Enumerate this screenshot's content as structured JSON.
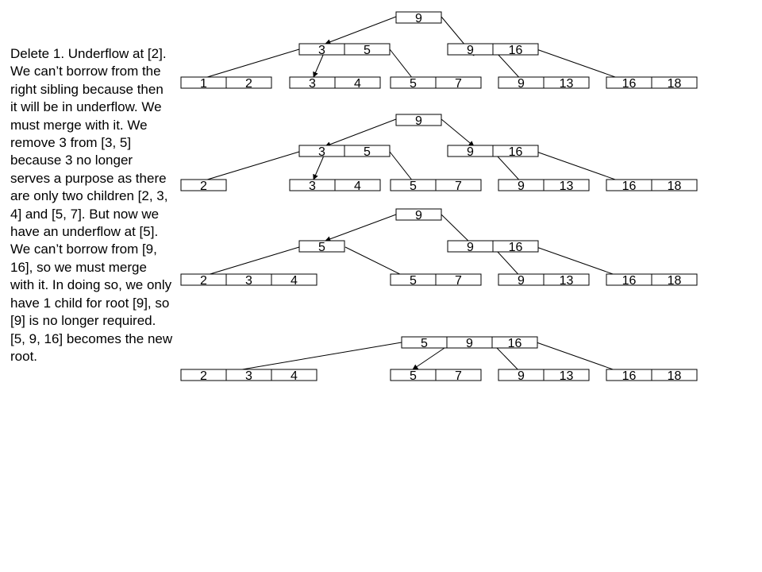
{
  "explanation": "Delete 1. Underflow at [2]. We can’t borrow from the right sibling because then it will be in underflow. We must merge with it. We remove 3 from [3, 5] because 3 no longer serves a purpose as there are only two children [2, 3, 4] and [5, 7]. But now we have an underflow at [5]. We can’t borrow from [9, 16], so we must merge with it. In doing so, we only have 1 child for root [9], so [9] is no longer required. [5, 9, 16] becomes the new root.",
  "stages": [
    {
      "nodes": [
        {
          "id": "s1-root",
          "keys": [
            "9"
          ]
        },
        {
          "id": "s1-i1",
          "keys": [
            "3",
            "5"
          ]
        },
        {
          "id": "s1-i2",
          "keys": [
            "9",
            "16"
          ]
        },
        {
          "id": "s1-l1",
          "keys": [
            "1",
            "2"
          ]
        },
        {
          "id": "s1-l2",
          "keys": [
            "3",
            "4"
          ]
        },
        {
          "id": "s1-l3",
          "keys": [
            "5",
            "7"
          ]
        },
        {
          "id": "s1-l4",
          "keys": [
            "9",
            "13"
          ]
        },
        {
          "id": "s1-l5",
          "keys": [
            "16",
            "18"
          ]
        }
      ]
    },
    {
      "nodes": [
        {
          "id": "s2-root",
          "keys": [
            "9"
          ]
        },
        {
          "id": "s2-i1",
          "keys": [
            "3",
            "5"
          ]
        },
        {
          "id": "s2-i2",
          "keys": [
            "9",
            "16"
          ]
        },
        {
          "id": "s2-l1",
          "keys": [
            "2"
          ]
        },
        {
          "id": "s2-l2",
          "keys": [
            "3",
            "4"
          ]
        },
        {
          "id": "s2-l3",
          "keys": [
            "5",
            "7"
          ]
        },
        {
          "id": "s2-l4",
          "keys": [
            "9",
            "13"
          ]
        },
        {
          "id": "s2-l5",
          "keys": [
            "16",
            "18"
          ]
        }
      ]
    },
    {
      "nodes": [
        {
          "id": "s3-root",
          "keys": [
            "9"
          ]
        },
        {
          "id": "s3-i1",
          "keys": [
            "5"
          ]
        },
        {
          "id": "s3-i2",
          "keys": [
            "9",
            "16"
          ]
        },
        {
          "id": "s3-l1",
          "keys": [
            "2",
            "3",
            "4"
          ]
        },
        {
          "id": "s3-l2",
          "keys": [
            "5",
            "7"
          ]
        },
        {
          "id": "s3-l3",
          "keys": [
            "9",
            "13"
          ]
        },
        {
          "id": "s3-l4",
          "keys": [
            "16",
            "18"
          ]
        }
      ]
    },
    {
      "nodes": [
        {
          "id": "s4-root",
          "keys": [
            "5",
            "9",
            "16"
          ]
        },
        {
          "id": "s4-l1",
          "keys": [
            "2",
            "3",
            "4"
          ]
        },
        {
          "id": "s4-l2",
          "keys": [
            "5",
            "7"
          ]
        },
        {
          "id": "s4-l3",
          "keys": [
            "9",
            "13"
          ]
        },
        {
          "id": "s4-l4",
          "keys": [
            "16",
            "18"
          ]
        }
      ]
    }
  ],
  "colors": {
    "stroke": "#000000",
    "fill": "#ffffff",
    "text": "#000000"
  }
}
